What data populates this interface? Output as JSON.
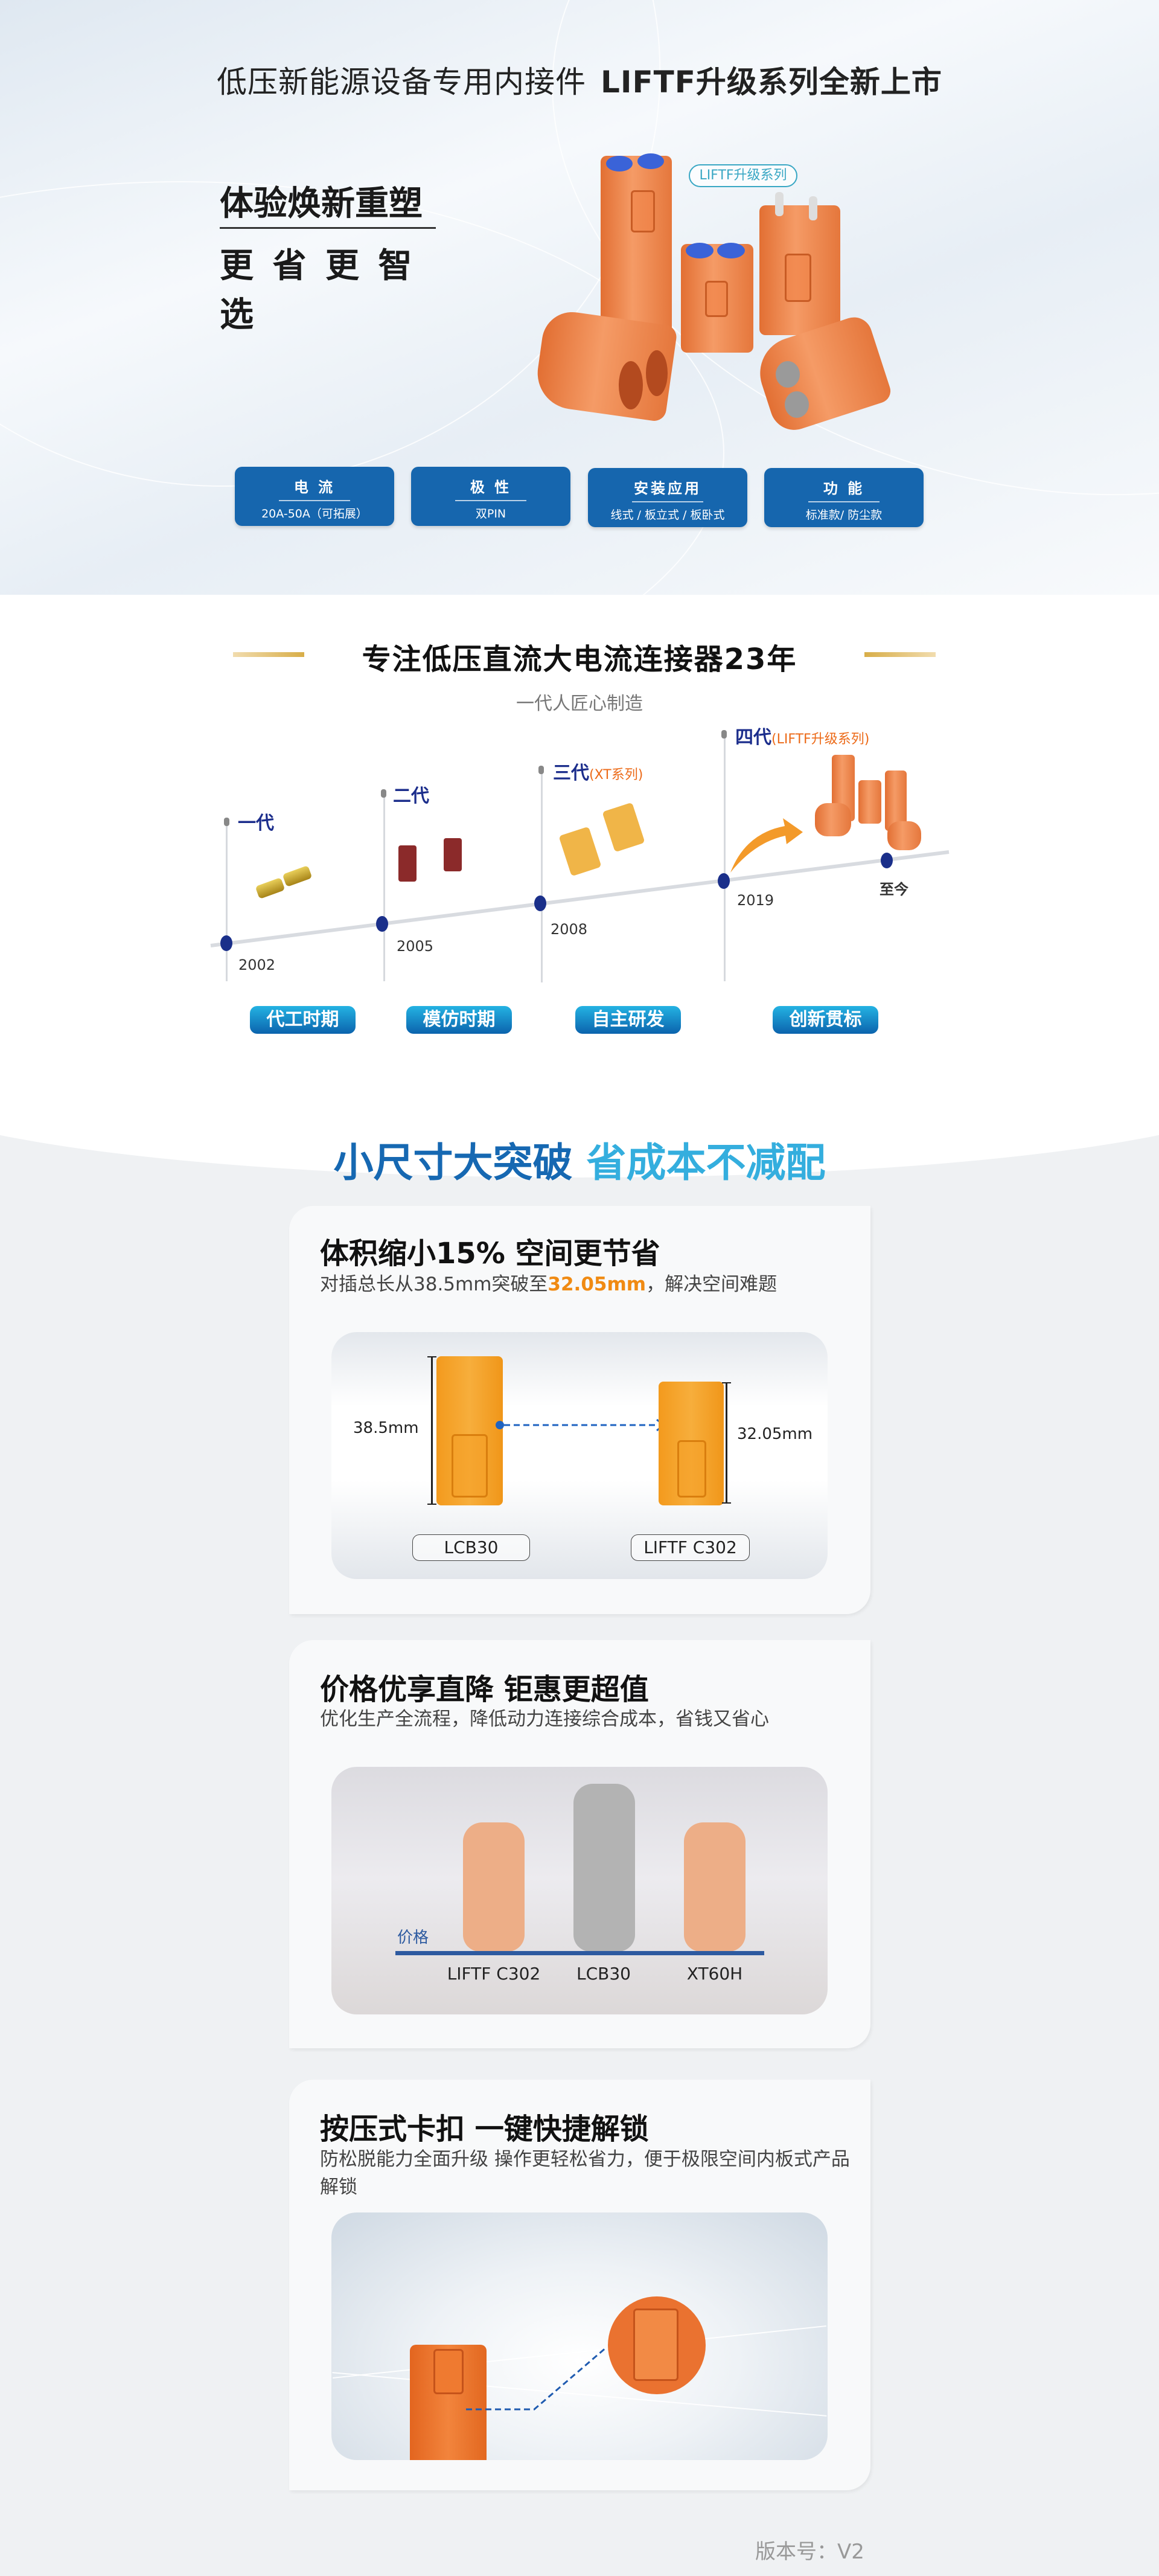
{
  "hero": {
    "title_a": "低压新能源设备专用内接件",
    "title_b": "LIFTF升级系列全新上市",
    "slogan_1": "体验焕新重塑",
    "slogan_2": "更 省 更 智 选",
    "series_tag": "LIFTF升级系列",
    "specs": [
      {
        "label": "电 流",
        "value": "20A-50A（可拓展）"
      },
      {
        "label": "极 性",
        "value": "双PIN"
      },
      {
        "label": "安装应用",
        "value": "线式 / 板立式 / 板卧式"
      },
      {
        "label": "功 能",
        "value": "标准款/ 防尘款"
      }
    ]
  },
  "history": {
    "title": "专注低压直流大电流连接器23年",
    "subtitle": "一代人匠心制造",
    "generations": [
      {
        "name": "一代",
        "note": "",
        "year": "2002"
      },
      {
        "name": "二代",
        "note": "",
        "year": "2005"
      },
      {
        "name": "三代",
        "note": "(XT系列)",
        "year": "2008"
      },
      {
        "name": "四代",
        "note": "(LIFTF升级系列)",
        "year": "2019"
      }
    ],
    "end_label": "至今",
    "stages": [
      "代工时期",
      "模仿时期",
      "自主研发",
      "创新贯标"
    ]
  },
  "features": {
    "headline_a": "小尺寸大突破",
    "headline_b": "省成本不减配",
    "size": {
      "title": "体积缩小15% 空间更节省",
      "sub_a": "对插总长从38.5mm突破至",
      "sub_highlight": "32.05mm",
      "sub_b": "，解决空间难题",
      "old_len": "38.5mm",
      "new_len": "32.05mm",
      "old_name": "LCB30",
      "new_name": "LIFTF C302"
    },
    "price": {
      "title": "价格优享直降 钜惠更超值",
      "sub": "优化生产全流程，降低动力连接综合成本，省钱又省心",
      "axis_label": "价格",
      "chart_data": {
        "type": "bar",
        "categories": [
          "LIFTF C302",
          "LCB30",
          "XT60H"
        ],
        "values": [
          77,
          100,
          77
        ],
        "ylabel": "价格",
        "colors": [
          "#edae87",
          "#b3b3b3",
          "#edae87"
        ]
      }
    },
    "latch": {
      "title": "按压式卡扣 一键快捷解锁",
      "sub": "防松脱能力全面升级 操作更轻松省力，便于极限空间内板式产品解锁"
    }
  },
  "footer": {
    "version": "版本号：V2"
  }
}
